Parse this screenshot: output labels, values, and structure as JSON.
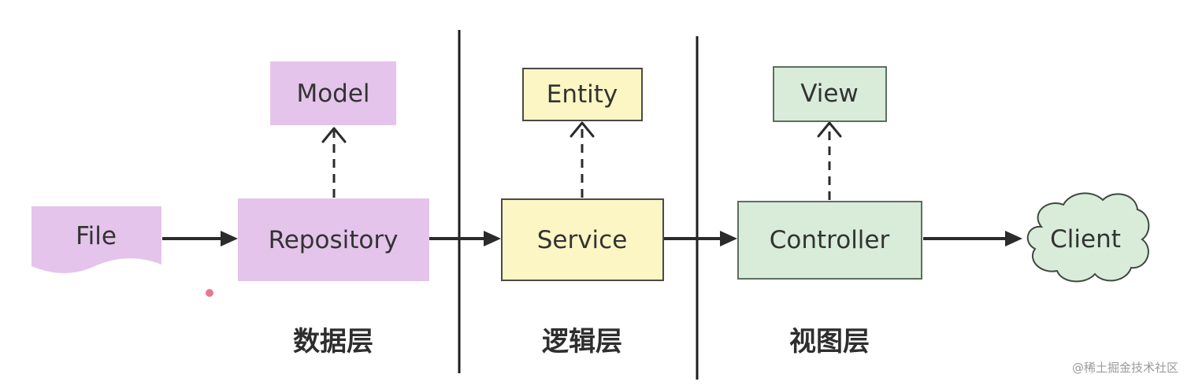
{
  "nodes": {
    "file": {
      "label": "File"
    },
    "repository": {
      "label": "Repository"
    },
    "model": {
      "label": "Model"
    },
    "service": {
      "label": "Service"
    },
    "entity": {
      "label": "Entity"
    },
    "controller": {
      "label": "Controller"
    },
    "view": {
      "label": "View"
    },
    "client": {
      "label": "Client"
    }
  },
  "layers": {
    "data": "数据层",
    "logic": "逻辑层",
    "view": "视图层"
  },
  "watermark": "@稀土掘金技术社区",
  "colors": {
    "data_fill": "#e4c4ea",
    "logic_fill": "#fbf6c3",
    "logic_stroke": "#4a4a4a",
    "view_fill": "#d9ecd9",
    "view_stroke": "#5c6f5c",
    "cursor_dot": "#e0607a"
  }
}
